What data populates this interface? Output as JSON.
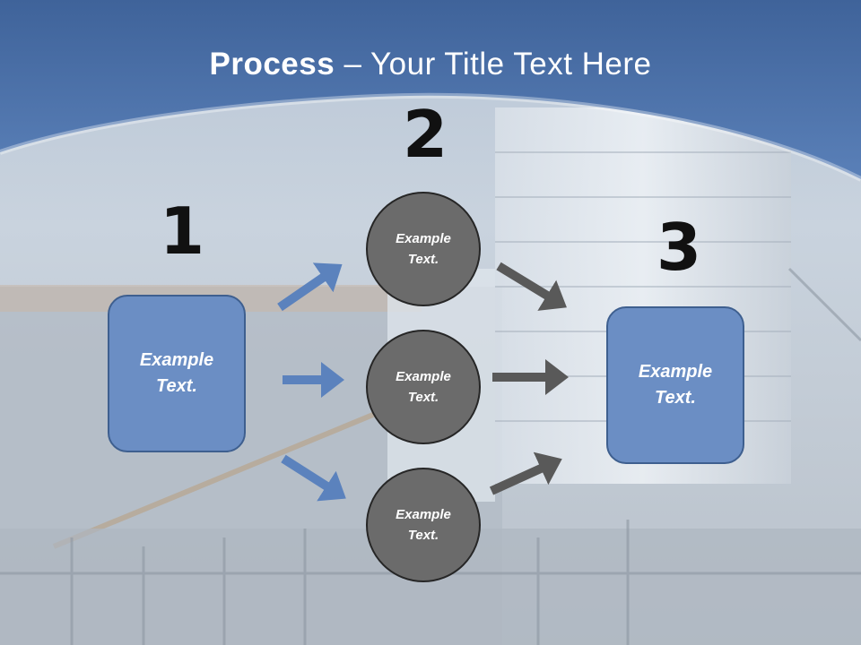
{
  "title": {
    "bold": "Process",
    "rest": " – Your Title Text Here"
  },
  "steps": {
    "one": "1",
    "two": "2",
    "three": "3"
  },
  "left_box": "Example\nText.",
  "right_box": "Example\nText.",
  "circles": [
    "Example\nText.",
    "Example\nText.",
    "Example\nText."
  ],
  "colors": {
    "box_fill": "#6b8ec4",
    "circle_fill": "#6b6b6b",
    "header_blue": "#4a72aa",
    "arrow_blue": "#5b82bd",
    "arrow_gray": "#595959"
  }
}
